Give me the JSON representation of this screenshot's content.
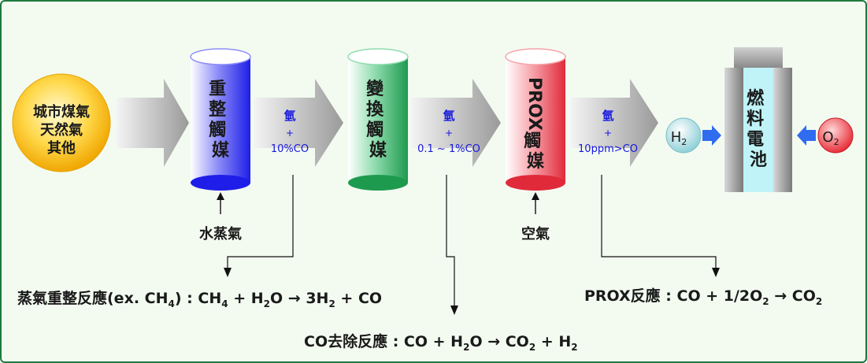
{
  "source": {
    "lines": [
      "城市煤氣",
      "天然氣",
      "其他"
    ]
  },
  "reactors": [
    {
      "label": "重整觸媒",
      "input": "水蒸氣"
    },
    {
      "label": "變換觸媒"
    },
    {
      "label_latin": "PROX",
      "label_cjk": "觸媒",
      "input": "空氣"
    }
  ],
  "stream_labels": [
    {
      "line1": "氫",
      "line2": "+",
      "line3": "10%CO"
    },
    {
      "line1": "氫",
      "line2": "+",
      "line3": "0.1 ~ 1%CO"
    },
    {
      "line1": "氫",
      "line2": "+",
      "line3": "10ppm>CO"
    }
  ],
  "fuel_cell": {
    "label": "燃料電池",
    "h2": "H",
    "h2_sub": "2",
    "o2": "O",
    "o2_sub": "2"
  },
  "equations": {
    "steam_reforming": {
      "prefix": "蒸氣重整反應(ex. CH",
      "sub1": "4",
      "mid1": ") : CH",
      "sub2": "4",
      "mid2": " + H",
      "sub3": "2",
      "mid3": "O → 3H",
      "sub4": "2",
      "tail": " + CO"
    },
    "co_removal": {
      "prefix": "CO去除反應 : CO + H",
      "sub1": "2",
      "mid1": "O → CO",
      "sub2": "2",
      "mid2": " + H",
      "sub3": "2"
    },
    "prox": {
      "prefix": "PROX反應 : CO + 1/2O",
      "sub1": "2",
      "mid1": " → CO",
      "sub2": "2"
    }
  },
  "colors": {
    "border": "#1d7a3e",
    "background": "#f3fbf1",
    "stream_text": "#1515e0",
    "reformer": "#1e1ee8",
    "shift": "#1e9a4e",
    "prox": "#e02a3a",
    "source_sun": "#f7b500",
    "arrow_blue": "#2f6cf0"
  }
}
